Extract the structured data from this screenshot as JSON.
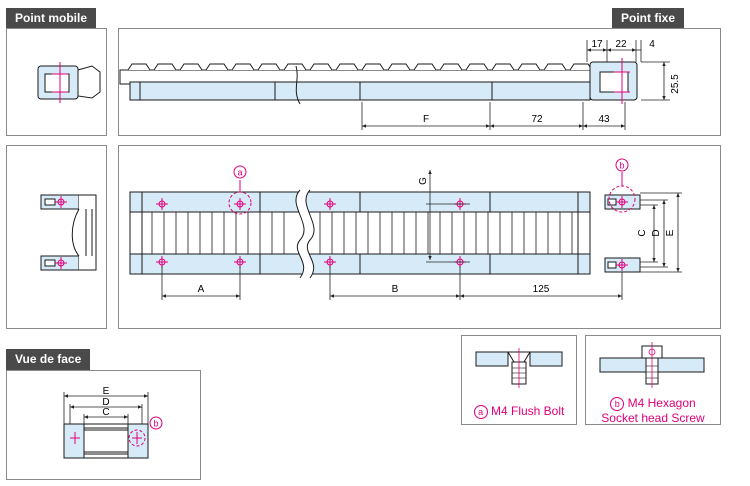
{
  "labels": {
    "moving_point": "Point mobile",
    "fixed_point": "Point fixe",
    "front_view": "Vue de face"
  },
  "top_dims": {
    "d17": "17",
    "d22": "22",
    "d4": "4",
    "d255": "25.5",
    "F": "F",
    "d72": "72",
    "d43": "43"
  },
  "plan_dims": {
    "A": "A",
    "B": "B",
    "d125": "125",
    "C": "C",
    "D": "D",
    "E": "E",
    "G": "G",
    "mark_a": "a",
    "mark_b": "b"
  },
  "front_dims": {
    "E": "E",
    "D": "D",
    "C": "C",
    "mark_b": "b"
  },
  "callouts": {
    "a_mark": "a",
    "a_text": "M4 Flush Bolt",
    "b_mark": "b",
    "b_line1": "M4 Hexagon",
    "b_line2": "Socket head Screw"
  },
  "colors": {
    "part_fill": "#d6ebf7",
    "outline": "#1a1a1a",
    "bolt_mark": "#e0007a",
    "header": "#4a4a4a"
  }
}
